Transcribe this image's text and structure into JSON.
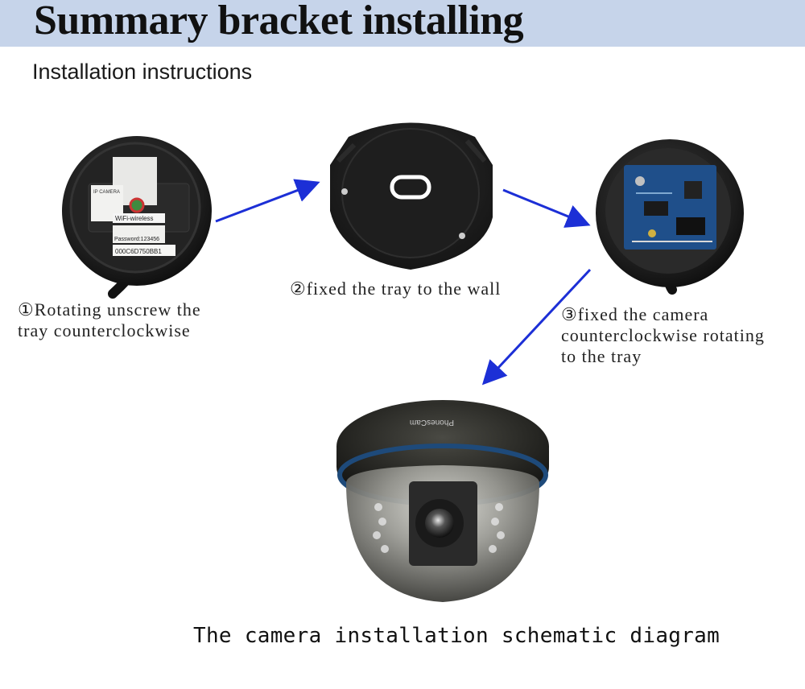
{
  "header": {
    "title": "Summary bracket installing",
    "subtitle": "Installation instructions"
  },
  "steps": [
    {
      "label": "①Rotating unscrew the\ntray counterclockwise"
    },
    {
      "label": "②fixed the tray to the wall"
    },
    {
      "label": "③fixed the camera\ncounterclockwise rotating\nto the tray"
    }
  ],
  "camera_back": {
    "sticker_brand": "IP CAMERA",
    "wifi_label": "WiFi-wireless",
    "password_line": "Password:123456",
    "id_line": "000C6D750BB1"
  },
  "dome": {
    "brand": "PhonesCam"
  },
  "caption": "The camera installation schematic diagram",
  "colors": {
    "banner": "#c6d4ea",
    "arrow": "#1c2fd6",
    "housing": "#1b1b1b",
    "pcb": "#1f4f8a"
  },
  "icons": [
    "arrow-right-icon",
    "arrow-down-right-icon",
    "arrow-down-left-icon"
  ]
}
